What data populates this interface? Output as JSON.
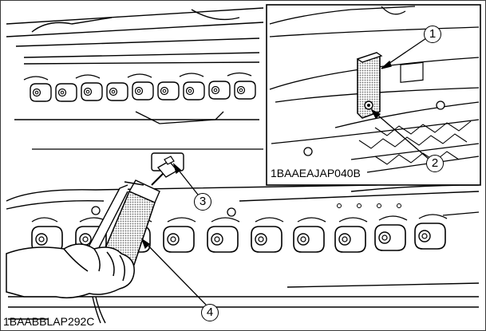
{
  "figure": {
    "main_code": "1BAABBLAP292C",
    "inset_code": "1BAAEAJAP040B"
  },
  "callouts": [
    {
      "id": "c1",
      "label": "1"
    },
    {
      "id": "c2",
      "label": "2"
    },
    {
      "id": "c3",
      "label": "3"
    },
    {
      "id": "c4",
      "label": "4"
    }
  ],
  "colors": {
    "line": "#000000",
    "stipple": "#9a9a9a",
    "background": "#ffffff"
  }
}
